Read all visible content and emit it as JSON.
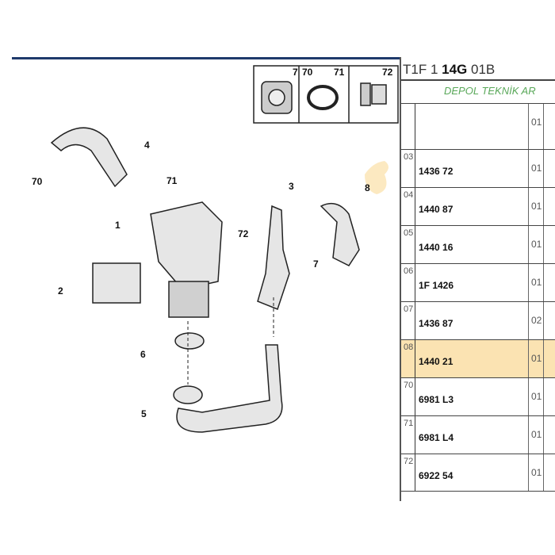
{
  "header": {
    "prefix": "T1F 1",
    "bold": "14G",
    "suffix": "01B"
  },
  "banner": "DEPOL TEKNİK AR",
  "rows": [
    {
      "ref": "",
      "part": "",
      "qty": "01"
    },
    {
      "ref": "03",
      "part": "1436 72",
      "qty": "01"
    },
    {
      "ref": "04",
      "part": "1440 87",
      "qty": "01"
    },
    {
      "ref": "05",
      "part": "1440 16",
      "qty": "01"
    },
    {
      "ref": "06",
      "part": "1F 1426",
      "qty": "01"
    },
    {
      "ref": "07",
      "part": "1436 87",
      "qty": "02"
    },
    {
      "ref": "08",
      "part": "1440 21",
      "qty": "01",
      "highlighted": true
    },
    {
      "ref": "70",
      "part": "6981 L3",
      "qty": "01"
    },
    {
      "ref": "71",
      "part": "6981 L4",
      "qty": "01"
    },
    {
      "ref": "72",
      "part": "6922 54",
      "qty": "01"
    }
  ],
  "diagram_labels": {
    "l1": "1",
    "l2": "2",
    "l3": "3",
    "l4": "4",
    "l5": "5",
    "l6": "6",
    "l7": "7",
    "l8": "8",
    "l70": "70",
    "l71": "71",
    "l72": "72",
    "b7": "7",
    "b70": "70",
    "b71": "71",
    "b72": "72"
  },
  "colors": {
    "highlight": "#fbe3b2",
    "banner": "#5aa85a",
    "topbar": "#1f3a6b"
  }
}
